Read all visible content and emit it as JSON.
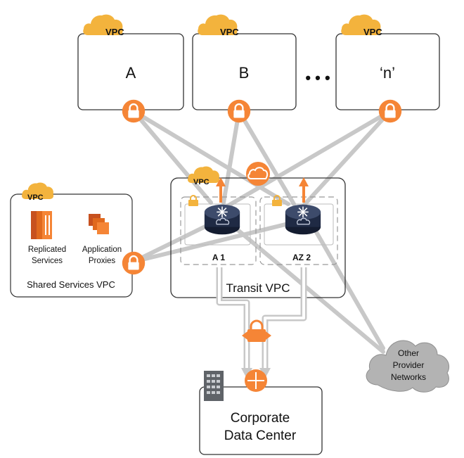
{
  "vpc_badge": "VPC",
  "spoke_vpcs": [
    {
      "label": "A"
    },
    {
      "label": "B"
    },
    {
      "label": "‘n’"
    }
  ],
  "ellipsis": "• • •",
  "transit": {
    "title": "Transit VPC",
    "az1_label": "A 1",
    "az2_label": "AZ 2"
  },
  "shared_services": {
    "title": "Shared Services VPC",
    "replicated_line1": "Replicated",
    "replicated_line2": "Services",
    "proxies_line1": "Application",
    "proxies_line2": "Proxies"
  },
  "datacenter": {
    "line1": "Corporate",
    "line2": "Data Center"
  },
  "other_networks": {
    "line1": "Other",
    "line2": "Provider",
    "line3": "Networks"
  },
  "colors": {
    "vpc_gold": "#F3B33D",
    "aws_orange": "#F58536",
    "line_gray": "#C8C8C8",
    "router_dark": "#1F2A44",
    "cloud_gray": "#B3B3B3"
  }
}
